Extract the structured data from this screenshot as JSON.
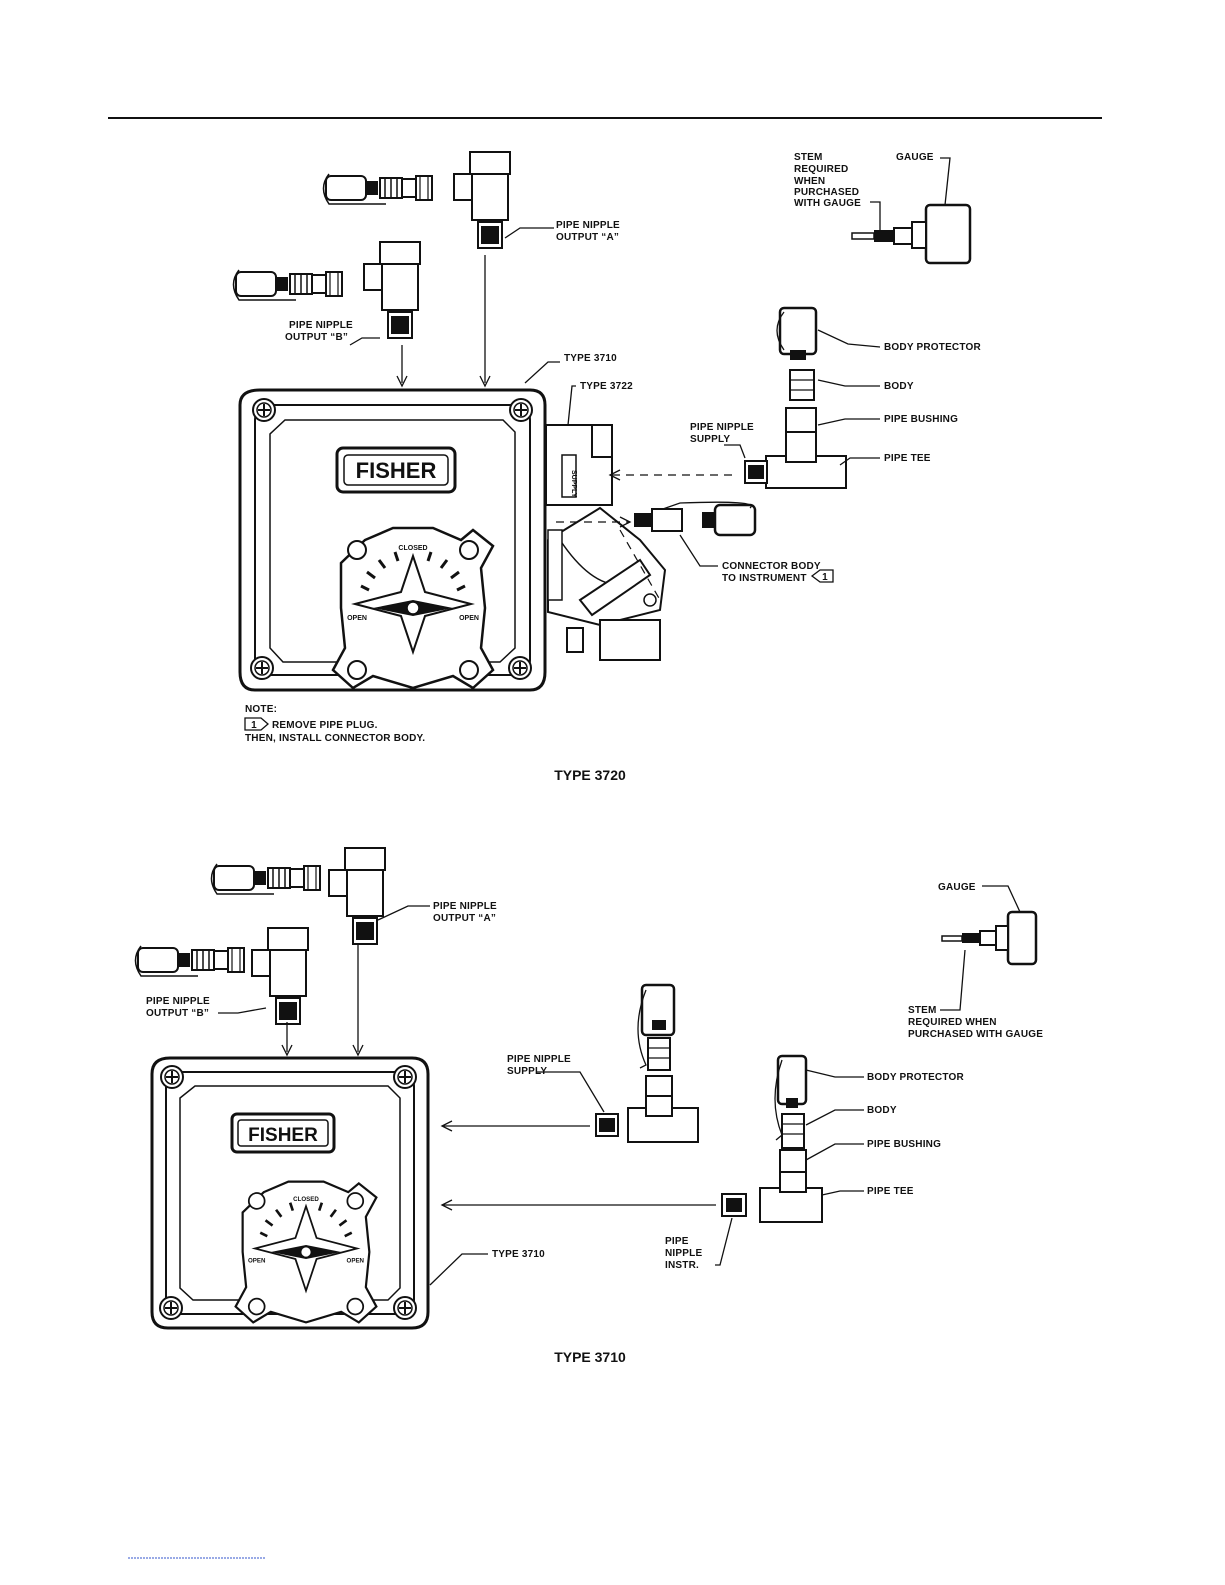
{
  "top": {
    "title": "TYPE 3720",
    "labels": {
      "stem": [
        "STEM",
        "REQUIRED",
        "WHEN",
        "PURCHASED",
        "WITH GAUGE"
      ],
      "gauge": "GAUGE",
      "nipple_a": [
        "PIPE NIPPLE",
        "OUTPUT “A”"
      ],
      "nipple_b": [
        "PIPE NIPPLE",
        "OUTPUT “B”"
      ],
      "type3710": "TYPE 3710",
      "type3722": "TYPE 3722",
      "body_protector": "BODY PROTECTOR",
      "body": "BODY",
      "pipe_bushing": "PIPE BUSHING",
      "pipe_nipple_supply": [
        "PIPE NIPPLE",
        "SUPPLY"
      ],
      "pipe_tee": "PIPE TEE",
      "connector": [
        "CONNECTOR BODY",
        "TO INSTRUMENT"
      ],
      "note_marker": "1",
      "note": [
        "NOTE:",
        "REMOVE PIPE PLUG.",
        "THEN, INSTALL CONNECTOR BODY."
      ],
      "supply_port": "SUPPLY",
      "logo": "FISHER",
      "dial_closed": "CLOSED",
      "dial_open": "OPEN"
    }
  },
  "bottom": {
    "title": "TYPE 3710",
    "labels": {
      "gauge": "GAUGE",
      "stem": [
        "STEM",
        "REQUIRED WHEN",
        "PURCHASED WITH GAUGE"
      ],
      "nipple_a": [
        "PIPE NIPPLE",
        "OUTPUT “A”"
      ],
      "nipple_b": [
        "PIPE NIPPLE",
        "OUTPUT “B”"
      ],
      "pipe_nipple_supply": [
        "PIPE NIPPLE",
        "SUPPLY"
      ],
      "body_protector": "BODY PROTECTOR",
      "body": "BODY",
      "pipe_bushing": "PIPE BUSHING",
      "pipe_tee": "PIPE TEE",
      "pipe_nipple_instr": [
        "PIPE",
        "NIPPLE",
        "INSTR."
      ],
      "type3710": "TYPE 3710",
      "logo": "FISHER",
      "dial_closed": "CLOSED",
      "dial_open": "OPEN"
    }
  }
}
